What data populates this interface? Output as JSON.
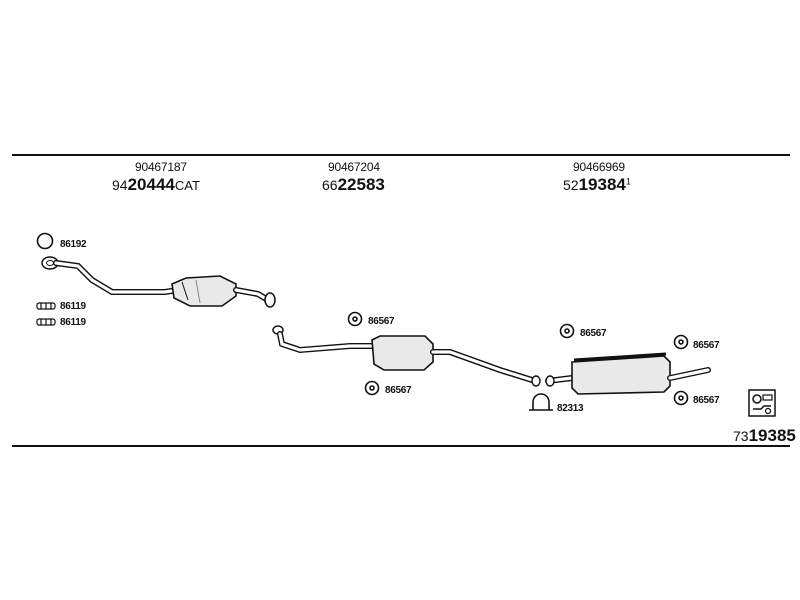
{
  "headers": [
    {
      "oem": "90467187",
      "part_prefix": "94",
      "part_main": "20444",
      "part_suffix": "CAT",
      "sup": ""
    },
    {
      "oem": "90467204",
      "part_prefix": "66",
      "part_main": "22583",
      "part_suffix": "",
      "sup": ""
    },
    {
      "oem": "90466969",
      "part_prefix": "52",
      "part_main": "19384",
      "part_suffix": "",
      "sup": "1"
    }
  ],
  "callouts": {
    "gasket_ring": "86192",
    "clamp_1": "86119",
    "clamp_2": "86119",
    "hanger_mid_top": "86567",
    "hanger_mid_bottom": "86567",
    "hanger_rear_left": "86567",
    "hanger_rear_right_top": "86567",
    "hanger_rear_right_bottom": "86567",
    "clamp_rear": "82313"
  },
  "kit": {
    "prefix": "73",
    "main": "19385"
  },
  "icons": [
    "ring-gasket-icon",
    "clamp-icon",
    "rubber-hanger-icon",
    "u-bolt-clamp-icon",
    "kit-box-icon"
  ]
}
